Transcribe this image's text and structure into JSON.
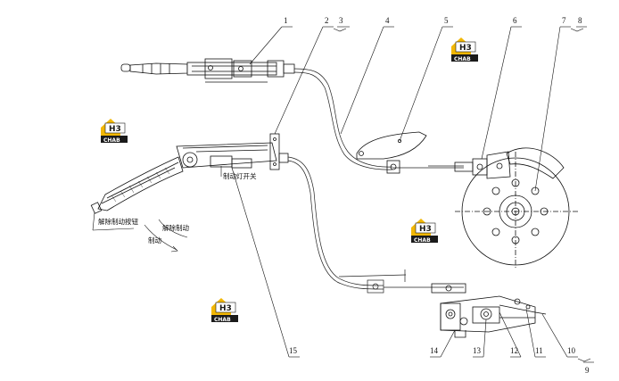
{
  "callouts": [
    "1",
    "2",
    "3",
    "4",
    "5",
    "6",
    "7",
    "8",
    "9",
    "10",
    "11",
    "12",
    "13",
    "14",
    "15"
  ],
  "annotations": {
    "release_button": "解除制动按钮",
    "release_brake": "解除制动",
    "apply_brake": "制动",
    "brake_light_switch": "制动灯开关"
  },
  "watermark": {
    "monogram": "H3",
    "wordmark": "CHAB",
    "brand_color": "#f2b705"
  }
}
